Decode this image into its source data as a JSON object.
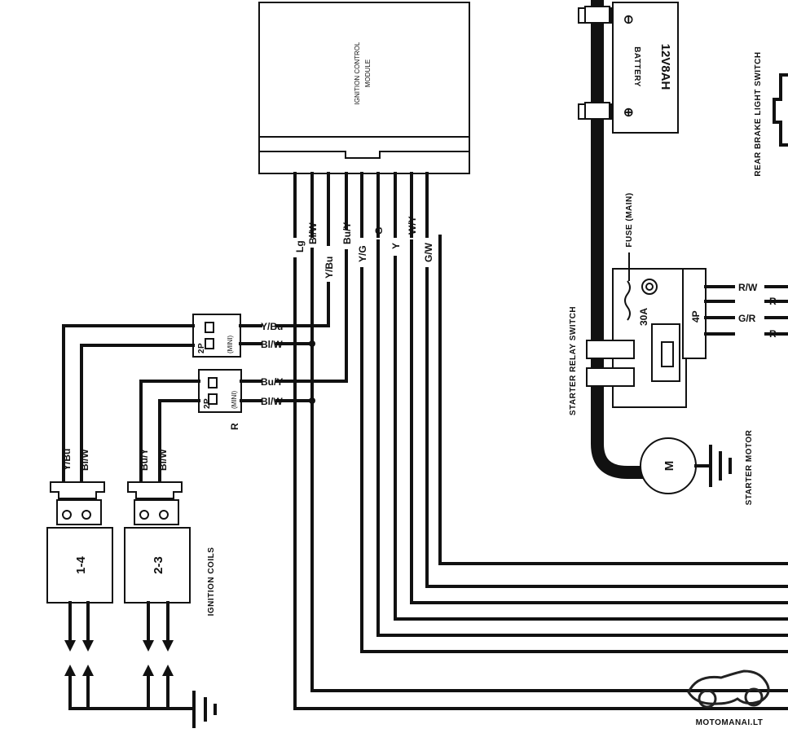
{
  "icm": {
    "line1": "IGNITION CONTROL",
    "line2": "MODULE"
  },
  "icm_wires": [
    "Lg",
    "Bl/W",
    "Y/Bu",
    "Bu/Y",
    "Y/G",
    "G",
    "Y",
    "W/Y",
    "G/W"
  ],
  "connector_a": {
    "pins": "2P",
    "type": "(MINI)",
    "wires": [
      "Y/Bu",
      "Bl/W"
    ]
  },
  "connector_b": {
    "pins": "2P",
    "type": "(MINI)",
    "wires": [
      "Bu/Y",
      "Bl/W"
    ],
    "tag": "R"
  },
  "coils": {
    "label": "IGNITION COILS",
    "coil1": {
      "name": "1-4",
      "wires": [
        "Y/Bu",
        "Bl/W"
      ]
    },
    "coil2": {
      "name": "2-3",
      "wires": [
        "Bu/Y",
        "Bl/W"
      ]
    }
  },
  "battery": {
    "label": "BATTERY",
    "rating": "12V8AH",
    "neg": "⊖",
    "pos": "⊕"
  },
  "fuse": {
    "label": "FUSE (MAIN)",
    "rating": "30A"
  },
  "relay": {
    "label": "STARTER RELAY SWITCH",
    "connector": "4P",
    "wires": [
      "R/W",
      "R",
      "G/R",
      "R"
    ]
  },
  "motor": {
    "label": "STARTER MOTOR",
    "symbol": "M"
  },
  "brake_switch": {
    "label": "REAR BRAKE LIGHT SWITCH"
  },
  "watermark": "MOTOMANAI.LT"
}
